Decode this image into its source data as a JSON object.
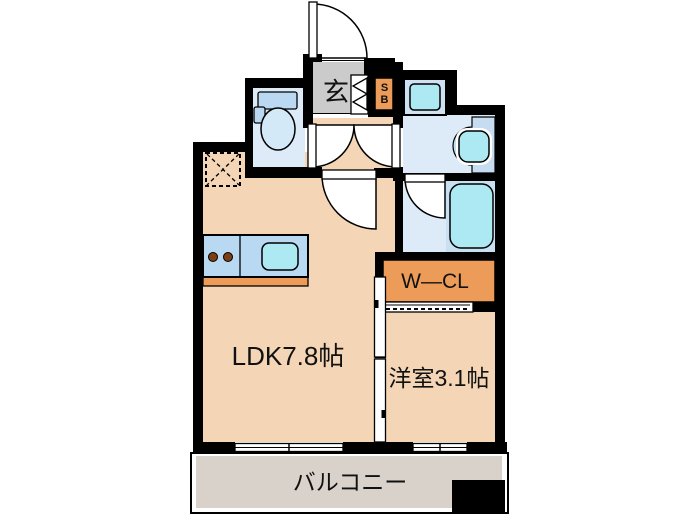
{
  "plan": {
    "type": "apartment-floor-plan",
    "labels": {
      "ldk": "LDK7.8帖",
      "western_room": "洋室3.1帖",
      "balcony": "バルコニー",
      "entrance": "玄",
      "shoe_box_s": "S",
      "shoe_box_b": "B",
      "walk_in_closet": "W—CL"
    },
    "fixtures": [
      "toilet",
      "bathtub",
      "washbasin",
      "washing-machine-pan",
      "kitchen-counter",
      "kitchen-sink",
      "gas-burners",
      "refrigerator-space",
      "entry-door",
      "sliding-partition",
      "balcony-windows"
    ],
    "colors": {
      "wall": "#000000",
      "room_floor": "#f4d6b7",
      "entrance_floor": "#cbcbcb",
      "wet_room_blue": "#dcebf7",
      "closet_orange": "#ec9c58",
      "fixture_blue": "#bad8f1",
      "water_cyan": "#ace9f2",
      "balcony_gray": "#d8d2ca",
      "burner_brown": "#7d3f12"
    }
  }
}
